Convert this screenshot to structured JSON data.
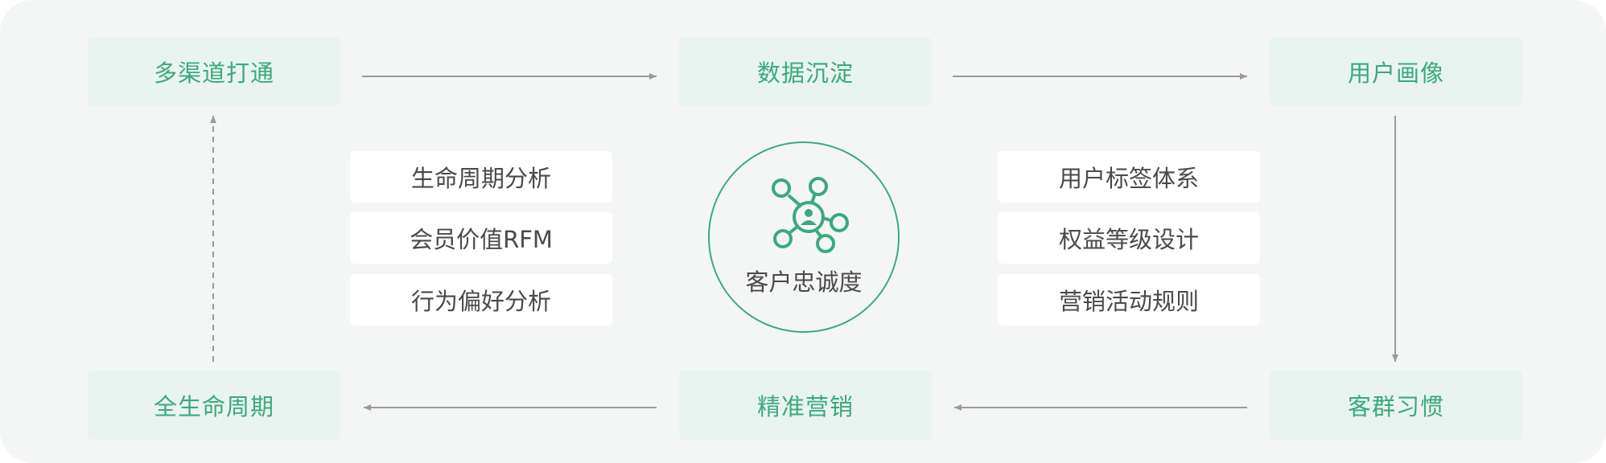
{
  "nodes": {
    "channels": "多渠道打通",
    "data_deposit": "数据沉淀",
    "user_profile": "用户画像",
    "lifecycle": "全生命周期",
    "precision_marketing": "精准营销",
    "group_habits": "客群习惯"
  },
  "left_tags": [
    "生命周期分析",
    "会员价值RFM",
    "行为偏好分析"
  ],
  "right_tags": [
    "用户标签体系",
    "权益等级设计",
    "营销活动规则"
  ],
  "center": {
    "label": "客户忠诚度",
    "icon": "network-user-icon"
  },
  "colors": {
    "accent": "#3aa97f",
    "node_bg": "#e9f4f0",
    "panel_bg": "#f4f6f5",
    "arrow": "#9a9a9a",
    "text": "#4a4a4a"
  }
}
